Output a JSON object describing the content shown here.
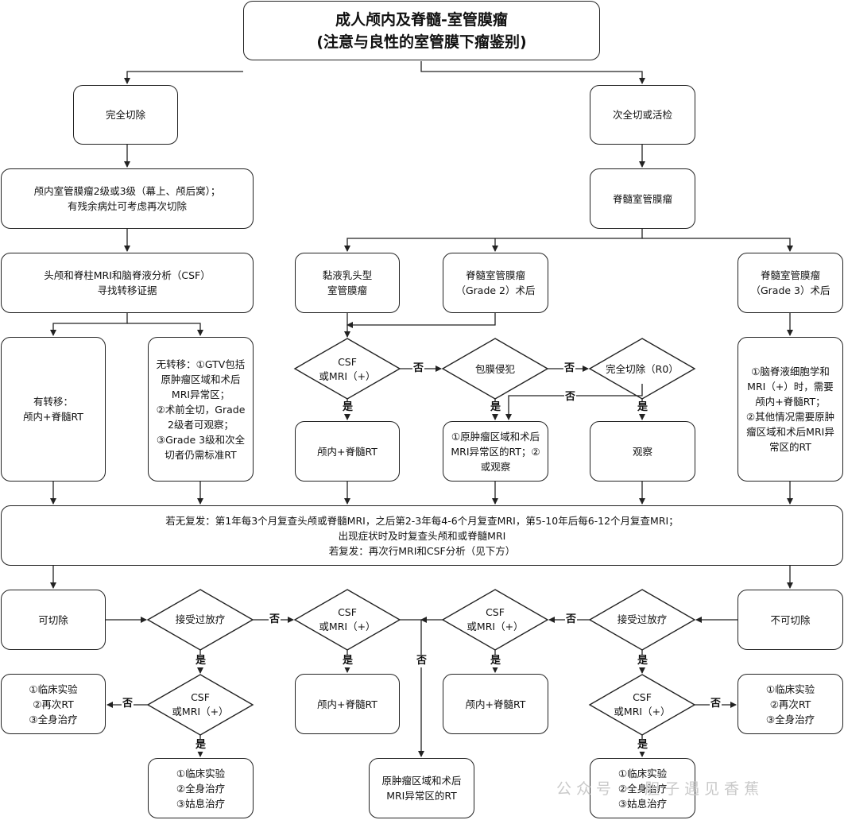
{
  "title": {
    "line1": "成人颅内及脊髓-室管膜瘤",
    "line2": "(注意与良性的室管膜下瘤鉴别)"
  },
  "nodes": {
    "complete_resection": "完全切除",
    "subtotal_biopsy": "次全切或活检",
    "intracranial": "颅内室管膜瘤2级或3级（幕上、颅后窝）；\n有残余病灶可考虑再次切除",
    "spinal": "脊髓室管膜瘤",
    "mri_csf": "头颅和脊柱MRI和脑脊液分析（CSF）\n寻找转移证据",
    "myxo": "黏液乳头型\n室管膜瘤",
    "grade2": "脊髓室管膜瘤\n（Grade 2）术后",
    "grade3": "脊髓室管膜瘤\n（Grade 3）术后",
    "metastasis": "有转移：\n颅内+脊髓RT",
    "no_metastasis": "无转移：①GTV包括原肿瘤区域和术后MRI异常区；\n②术前全切，Grade 2级者可观察；\n③Grade 3级和次全切者仍需标准RT",
    "d_csf1": "CSF\n或MRI（+）",
    "d_capsule": "包膜侵犯",
    "d_r0": "完全切除（R0）",
    "grade3_plan": "①脑脊液细胞学和MRI（+）时，需要颅内+脊髓RT；\n②其他情况需要原肿瘤区域和术后MRI异常区的RT",
    "rt_csf1": "颅内+脊髓RT",
    "orig_area": "①原肿瘤区域和术后MRI异常区的RT；②或观察",
    "observe": "观察",
    "followup": "若无复发：第1年每3个月复查头颅或脊髓MRI，之后第2-3年每4-6个月复查MRI，第5-10年后每6-12个月复查MRI；\n出现症状时及时复查头颅和或脊髓MRI\n若复发：再次行MRI和CSF分析（见下方）",
    "resectable": "可切除",
    "d_rt_left": "接受过放疗",
    "d_csf_mid_left": "CSF\n或MRI（+）",
    "d_csf_mid_right": "CSF\n或MRI（+）",
    "d_rt_right": "接受过放疗",
    "unresectable": "不可切除",
    "trial_left": "①临床实验\n②再次RT\n③全身治疗",
    "d_csf_low_left": "CSF\n或MRI（+）",
    "rt_mid_left": "颅内+脊髓RT",
    "rt_mid_right": "颅内+脊髓RT",
    "d_csf_low_right": "CSF\n或MRI（+）",
    "trial_right": "①临床实验\n②再次RT\n③全身治疗",
    "trial_bottom_left": "①临床实验\n②全身治疗\n③姑息治疗",
    "orig_area_rt": "原肿瘤区域和术后\nMRI异常区的RT",
    "trial_bottom_right": "①临床实验\n②全身治疗\n③姑息治疗"
  },
  "labels": {
    "yes": "是",
    "no": "否"
  },
  "watermark": "公众号 · 胆子遇见香蕉",
  "colors": {
    "line": "#222222",
    "background": "#ffffff"
  }
}
